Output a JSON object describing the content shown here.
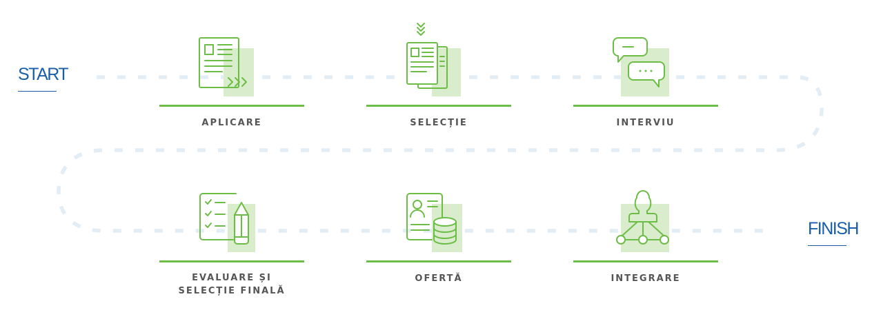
{
  "start_label": "START",
  "finish_label": "FINISH",
  "steps": [
    {
      "label": "APLICARE",
      "icon": "application-form-icon"
    },
    {
      "label": "SELECȚIE",
      "icon": "document-selection-icon"
    },
    {
      "label": "INTERVIU",
      "icon": "chat-bubbles-icon"
    },
    {
      "label_lines": [
        "EVALUARE ȘI",
        "SELECȚIE FINALĂ"
      ],
      "icon": "checklist-pencil-icon"
    },
    {
      "label": "OFERTĂ",
      "icon": "profile-coins-icon"
    },
    {
      "label": "INTEGRARE",
      "icon": "person-network-icon"
    }
  ],
  "colors": {
    "accent_green": "#6cbd45",
    "icon_fill": "#d9eccc",
    "path_dots": "#e4eef6",
    "endpoint_blue": "#1a5ea8",
    "label_gray": "#555555"
  }
}
